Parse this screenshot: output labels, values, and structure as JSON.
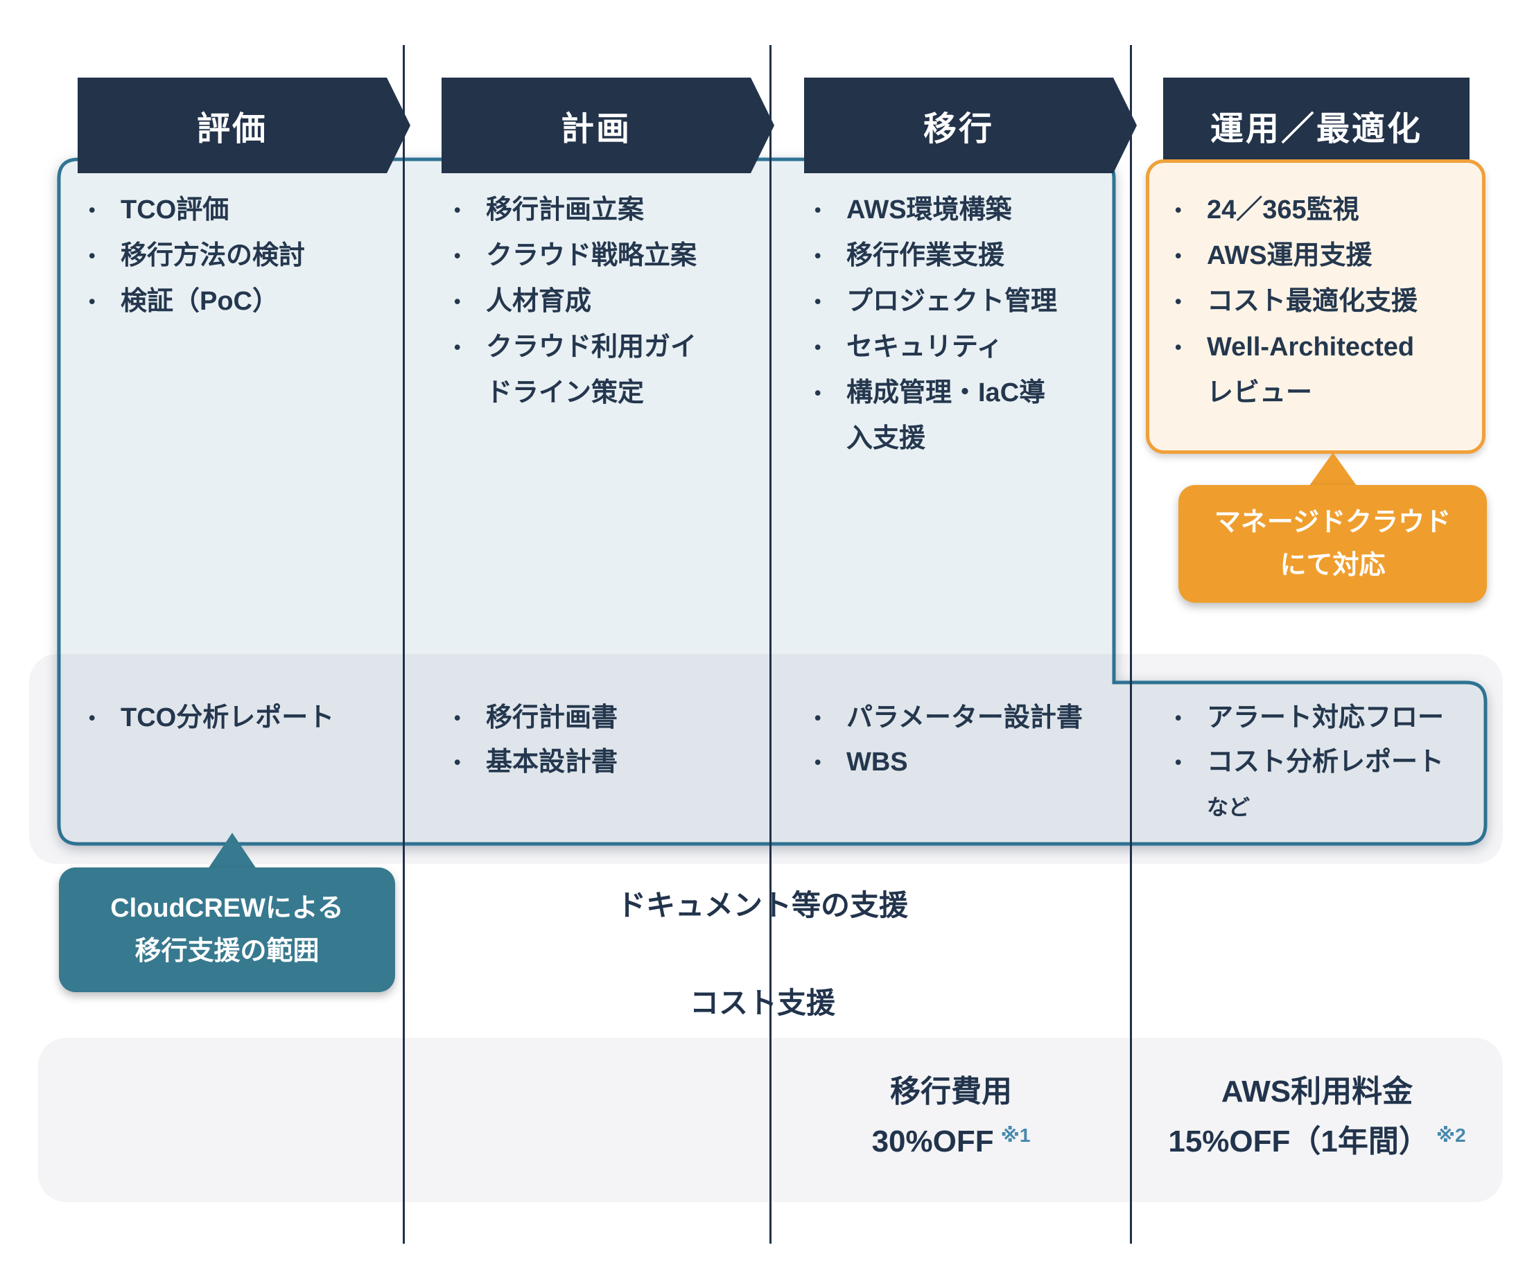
{
  "palette": {
    "header_bg": "#22334a",
    "text_navy": "#24374e",
    "scope_border": "#2f7494",
    "scope_fill": "#e9f0f3",
    "gray_band": "#f4f4f6",
    "orange_border": "#f0a03a",
    "orange_fill_light": "#fdf4e7",
    "orange_solid": "#ef9e2e",
    "teal_callout": "#37798f",
    "note_blue": "#4689ad"
  },
  "columns": [
    {
      "header": "評価",
      "services": [
        "TCO評価",
        "移行方法の検討",
        "検証（PoC）"
      ],
      "deliverables": [
        "TCO分析レポート"
      ]
    },
    {
      "header": "計画",
      "services": [
        "移行計画立案",
        "クラウド戦略立案",
        "人材育成",
        "クラウド利用ガイ\nドライン策定"
      ],
      "deliverables": [
        "移行計画書",
        "基本設計書"
      ]
    },
    {
      "header": "移行",
      "services": [
        "AWS環境構築",
        "移行作業支援",
        "プロジェクト管理",
        "セキュリティ",
        "構成管理・IaC導\n入支援"
      ],
      "deliverables": [
        "パラメーター設計書",
        "WBS"
      ]
    },
    {
      "header": "運用／最適化",
      "services": [
        "24／365監視",
        "AWS運用支援",
        "コスト最適化支援",
        "Well-Architected\nレビュー"
      ],
      "deliverables": [
        "アラート対応フロー",
        "コスト分析レポート"
      ],
      "etc": "など"
    }
  ],
  "callouts": {
    "scope": "CloudCREWによる\n移行支援の範囲",
    "managed": "マネージドクラウド\nにて対応"
  },
  "support_labels": {
    "document": "ドキュメント等の支援",
    "cost": "コスト支援"
  },
  "discounts": {
    "migration": {
      "title": "移行費用",
      "value": "30%OFF",
      "note": "※1"
    },
    "aws": {
      "title": "AWS利用料金",
      "value": "15%OFF（1年間）",
      "note": "※2"
    }
  }
}
